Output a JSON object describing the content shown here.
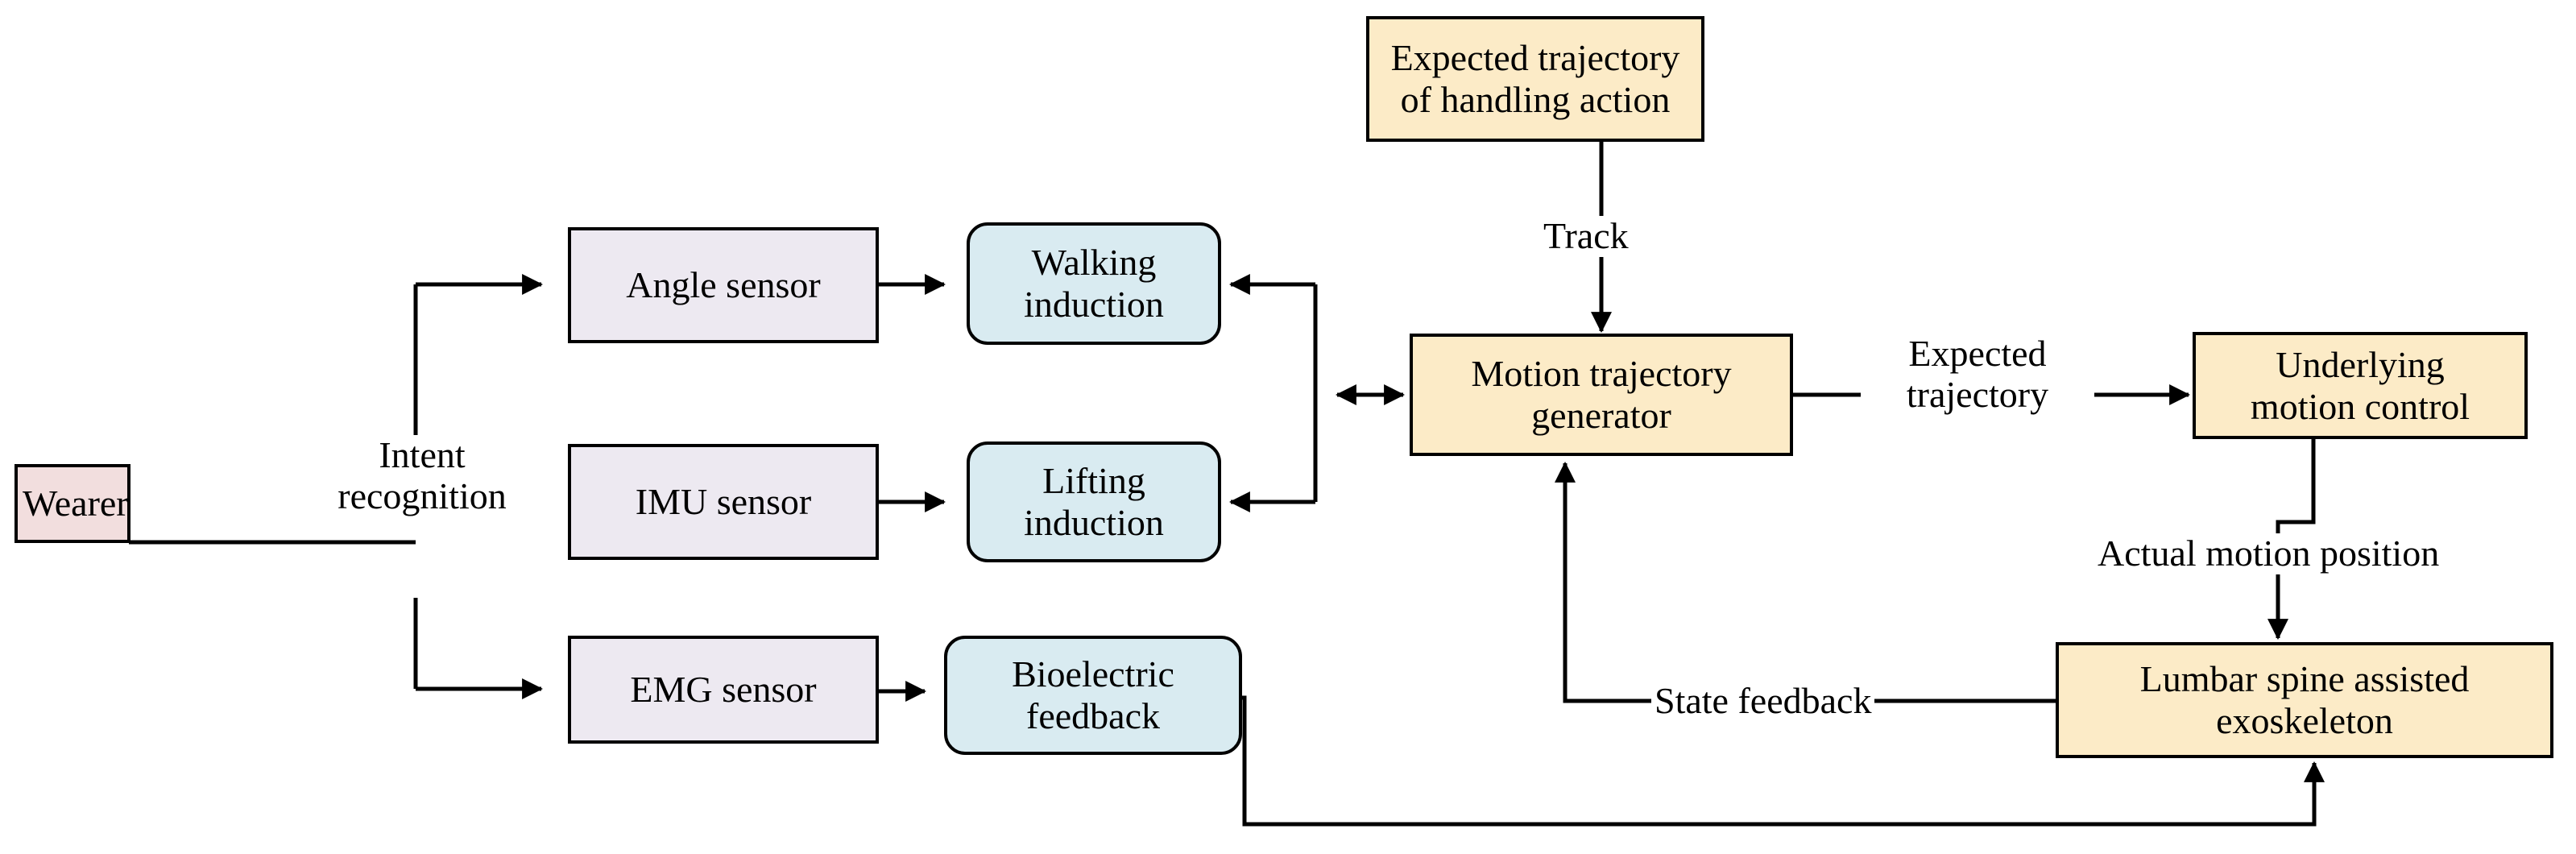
{
  "diagram": {
    "title": "Lumbar spine assisted exoskeleton control block diagram",
    "colors": {
      "wearer_fill": "#F2DEDE",
      "sensor_fill": "#EDE9F1",
      "induction_fill": "#D9EBF1",
      "control_fill": "#FCEBC7",
      "stroke": "#000000",
      "background": "#FFFFFF"
    },
    "nodes": [
      {
        "id": "wearer",
        "label": "Wearer"
      },
      {
        "id": "angle_sensor",
        "label": "Angle sensor"
      },
      {
        "id": "imu_sensor",
        "label": "IMU sensor"
      },
      {
        "id": "emg_sensor",
        "label": "EMG sensor"
      },
      {
        "id": "walking_induction",
        "line1": "Walking",
        "line2": "induction"
      },
      {
        "id": "lifting_induction",
        "line1": "Lifting",
        "line2": "induction"
      },
      {
        "id": "bioelectric",
        "line1": "Bioelectric",
        "line2": "feedback"
      },
      {
        "id": "expected_traj",
        "line1": "Expected trajectory",
        "line2": "of handling action"
      },
      {
        "id": "traj_generator",
        "line1": "Motion trajectory",
        "line2": "generator"
      },
      {
        "id": "underlying_ctrl",
        "line1": "Underlying",
        "line2": "motion control"
      },
      {
        "id": "exoskeleton",
        "line1": "Lumbar spine assisted",
        "line2": "exoskeleton"
      }
    ],
    "edge_labels": {
      "intent_recognition_l1": "Intent",
      "intent_recognition_l2": "recognition",
      "track": "Track",
      "expected_trajectory_l1": "Expected",
      "expected_trajectory_l2": "trajectory",
      "actual_motion_position": "Actual motion position",
      "state_feedback": "State feedback"
    }
  }
}
